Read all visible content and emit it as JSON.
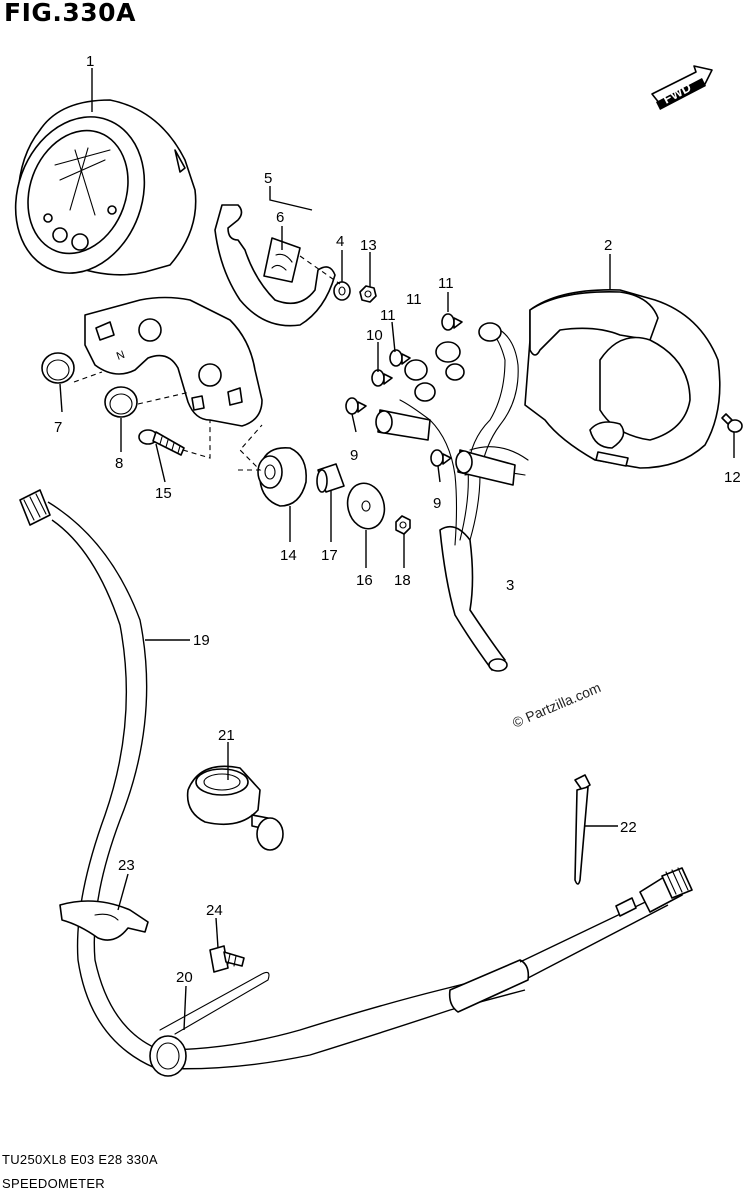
{
  "figure_title": "FIG.330A",
  "fwd_label": "FWD",
  "watermark": "© Partzilla.com",
  "footer": {
    "model_code": "TU250XL8  E03  E28  330A",
    "section_name": "SPEEDOMETER"
  },
  "callouts": [
    "1",
    "2",
    "3",
    "4",
    "5",
    "6",
    "7",
    "8",
    "9",
    "9",
    "10",
    "11",
    "11",
    "11",
    "12",
    "13",
    "14",
    "15",
    "16",
    "17",
    "18",
    "19",
    "20",
    "21",
    "22",
    "23",
    "24"
  ],
  "colors": {
    "line": "#000000",
    "background": "#ffffff"
  }
}
